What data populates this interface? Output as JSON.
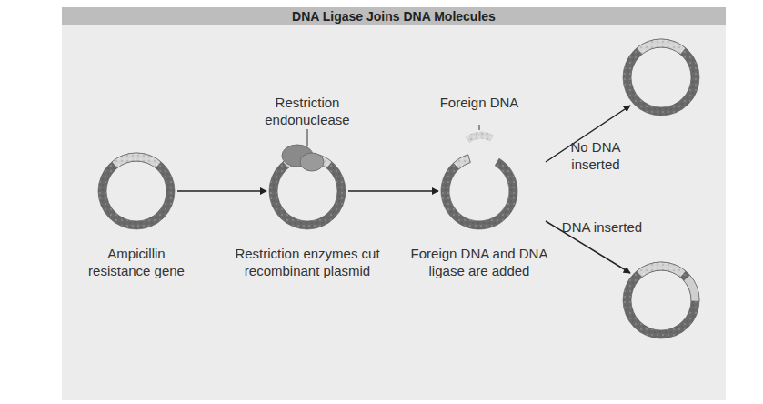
{
  "diagram": {
    "title": "DNA Ligase Joins DNA Molecules",
    "nodes": [
      {
        "text": [
          "Ampicillin resistance gene"
        ]
      },
      {
        "text": [
          "Restriction enzymes cut recombinant plasmid"
        ]
      },
      {
        "text": [
          "Foreign DNA and DNA ligase are added"
        ]
      }
    ],
    "edges": [
      {
        "from": 0,
        "to": 1,
        "arrow": "to"
      },
      {
        "from": 1,
        "to": 2,
        "arrow": "to"
      }
    ],
    "labels": [
      "Restriction endonuclease",
      "Foreign DNA",
      "No DNA inserted",
      "DNA inserted"
    ]
  }
}
